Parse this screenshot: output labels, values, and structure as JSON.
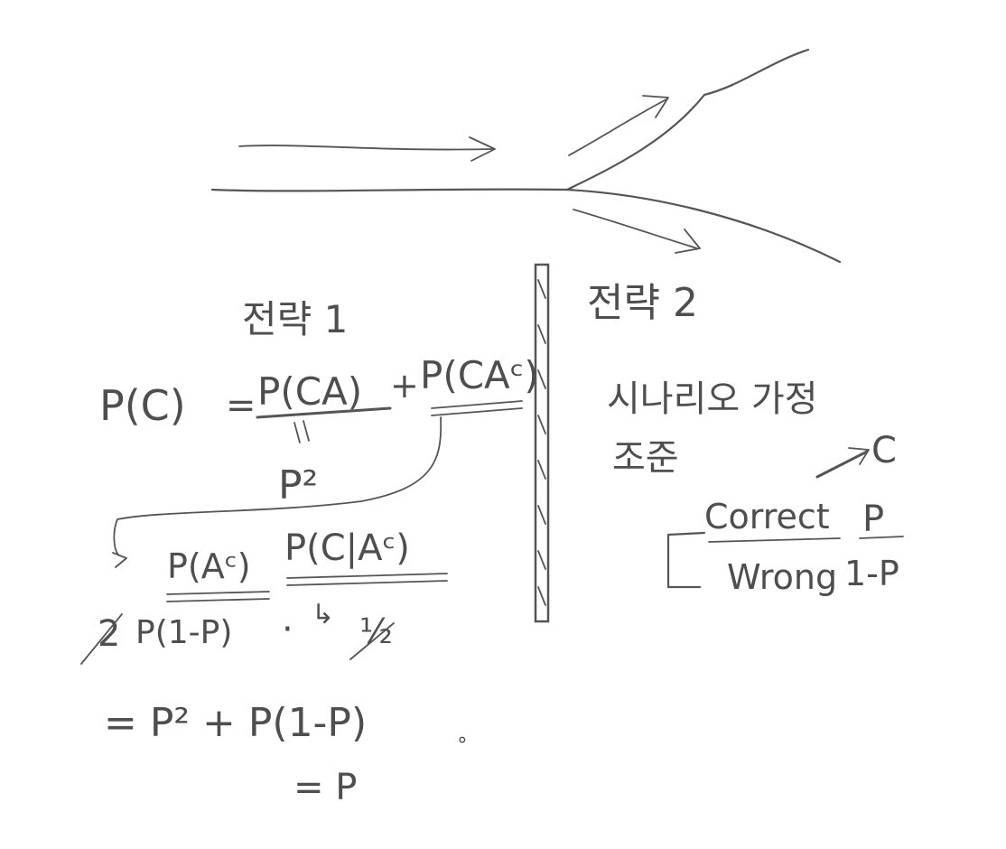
{
  "colors": {
    "ink": "#4e4e4e",
    "background": "#ffffff"
  },
  "left": {
    "heading": "전략 1",
    "pc": "P(C)",
    "eq": "=",
    "pca": "P(CA)",
    "plus": "+",
    "pcac": "P(CAᶜ)",
    "p_sq": "P²",
    "pac": "P(Aᶜ)",
    "pcgiven": "P(C|Aᶜ)",
    "two": "2",
    "p1mp": "P(1-P)",
    "dot": "·",
    "arrow": "↳",
    "half": "½",
    "result1": "= P² + P(1-P)",
    "result2": "= P"
  },
  "right": {
    "heading": "전략 2",
    "line1": "시나리오 가정 ... 조준",
    "line1a": "시나리오 가정",
    "line1b": "조준",
    "c_label": "C",
    "correct": "Correct",
    "wrong": "Wrong",
    "p": "P",
    "one_minus_p": "1-P"
  },
  "misc": {
    "dot_mark": "∘"
  }
}
